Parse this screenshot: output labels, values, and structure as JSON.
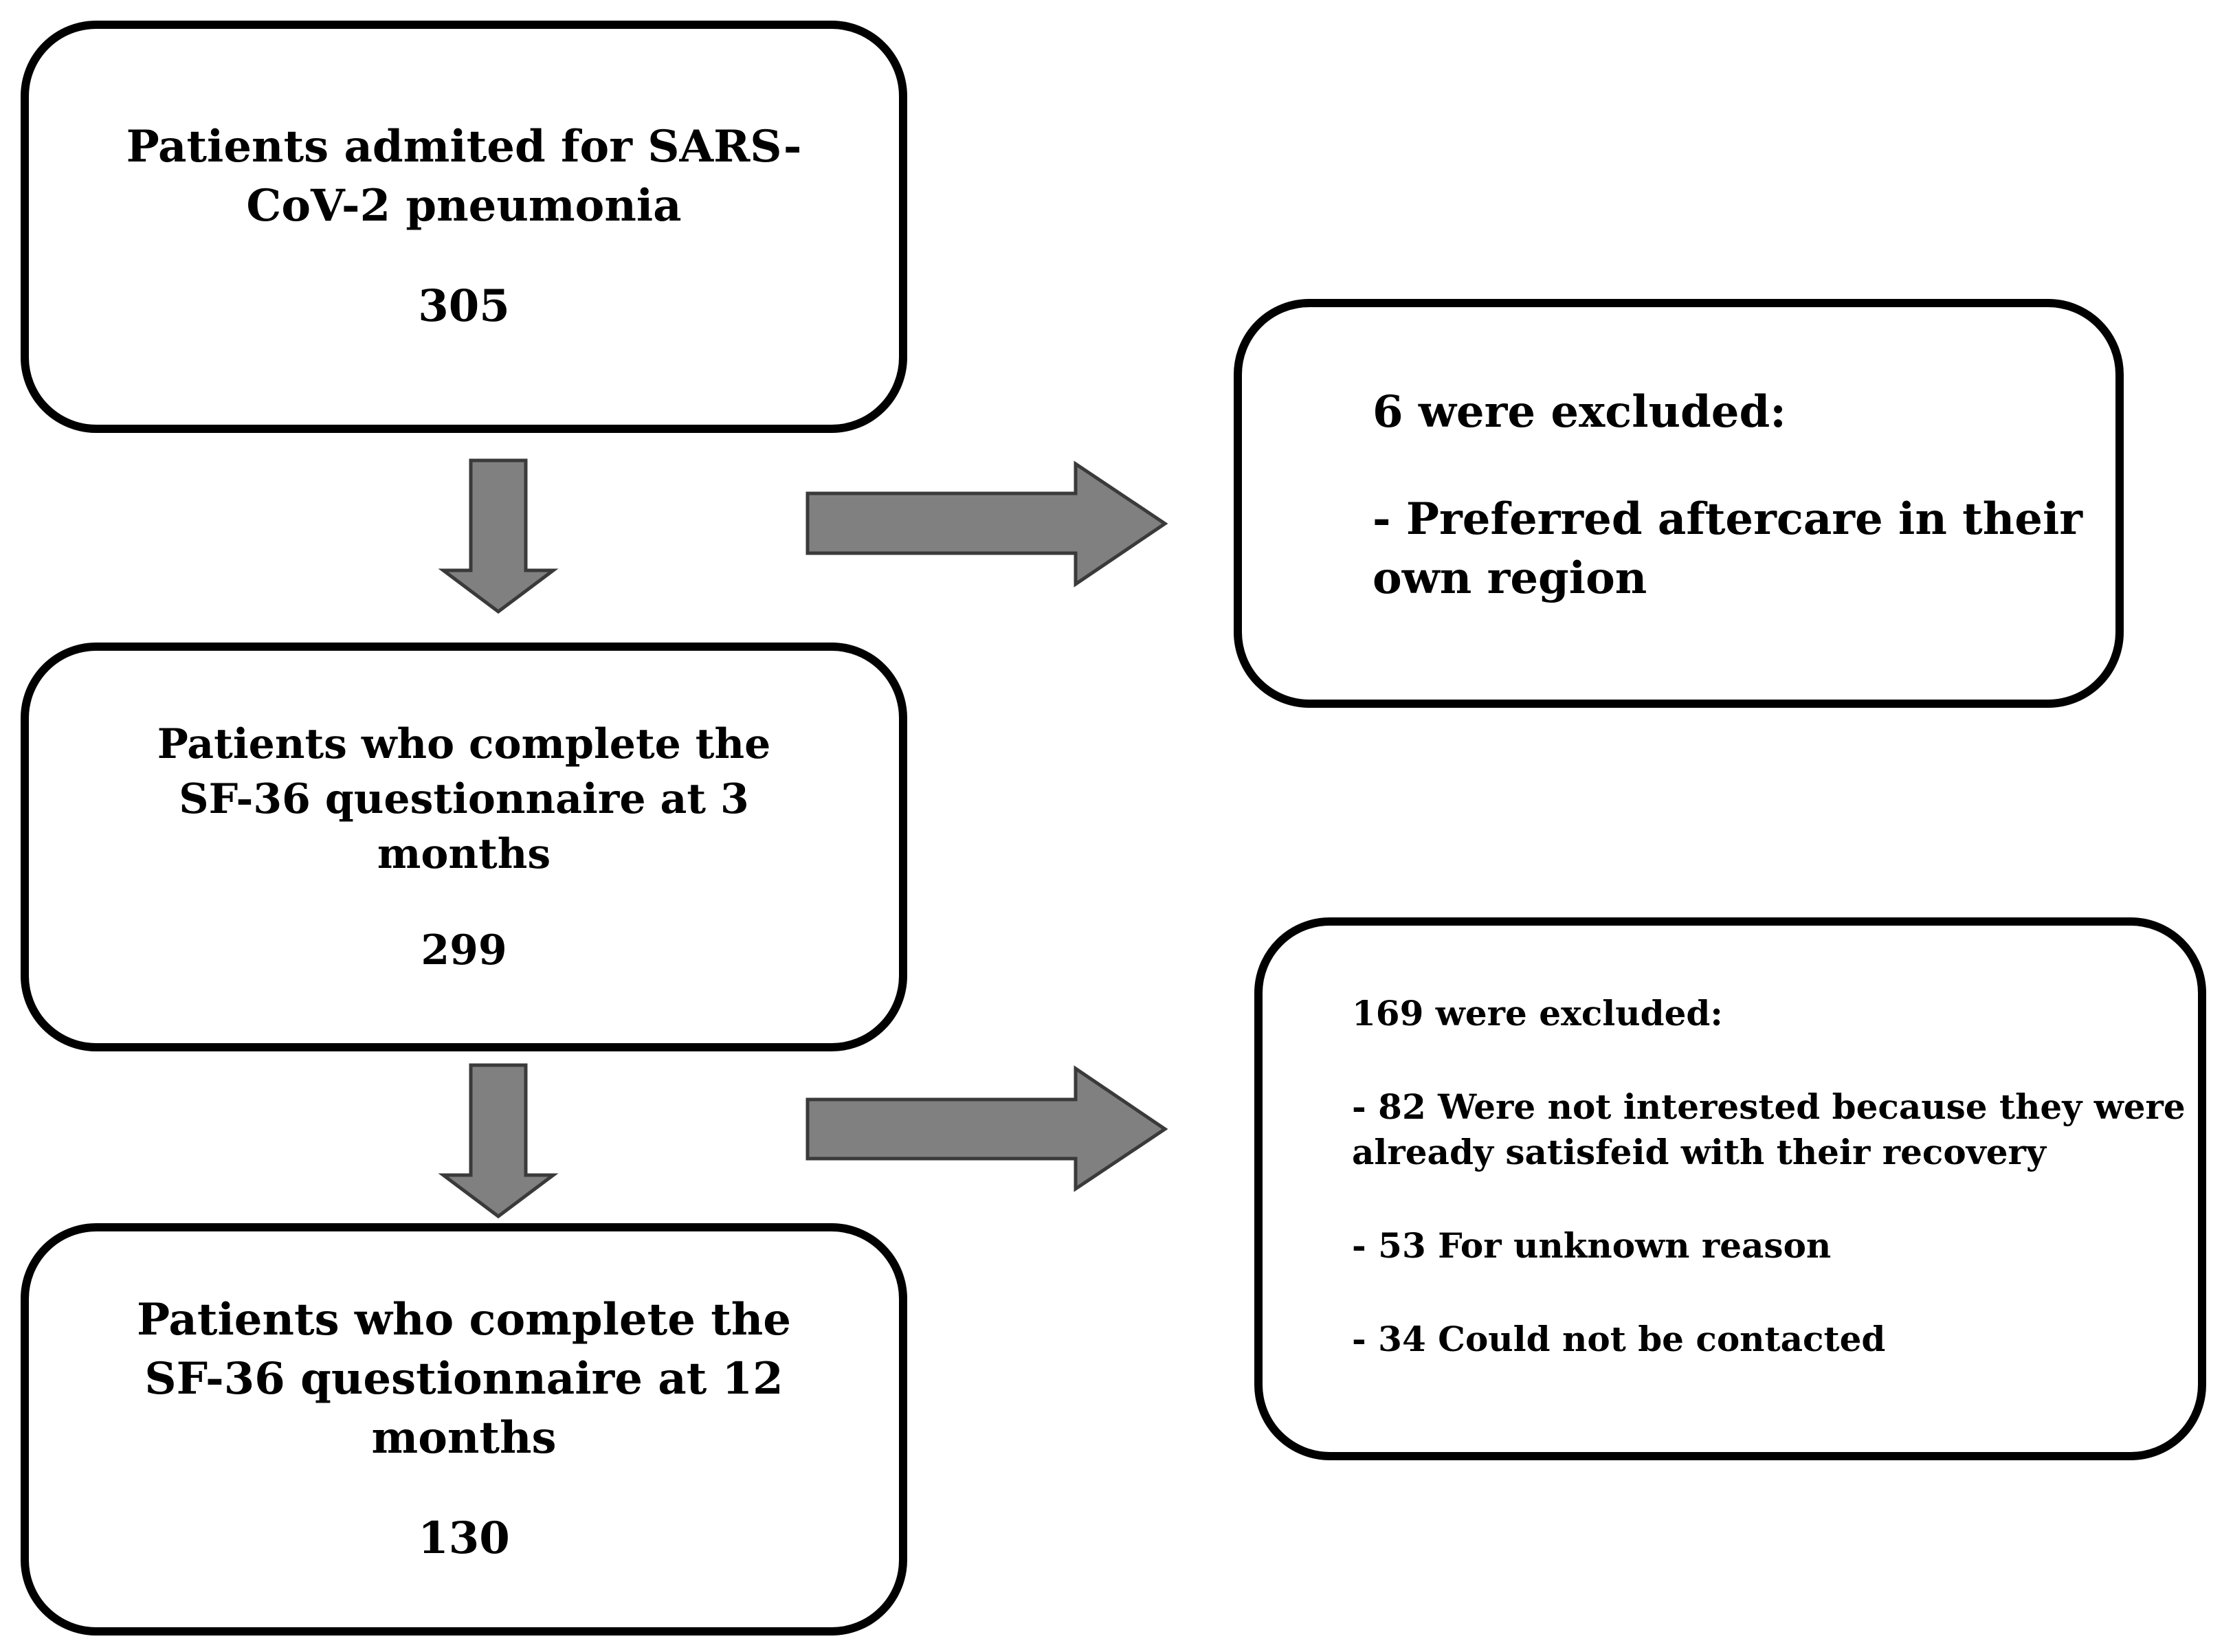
{
  "colors": {
    "arrow_fill": "#808080",
    "arrow_stroke": "#3a3a3a",
    "box_border": "#000000",
    "text": "#000000"
  },
  "box_admitted": {
    "line1": "Patients admited for SARS-",
    "line2": "CoV-2 pneumonia",
    "count": "305"
  },
  "box_3months": {
    "line1": "Patients who complete the",
    "line2": "SF-36 questionnaire at 3",
    "line3": "months",
    "count": "299"
  },
  "box_12months": {
    "line1": "Patients who complete the",
    "line2": "SF-36 questionnaire at 12",
    "line3": "months",
    "count": "130"
  },
  "box_excluded_first": {
    "heading": "6 were excluded:",
    "reason_line1": "- Preferred aftercare in their",
    "reason_line2": "own region"
  },
  "box_excluded_second": {
    "heading": "169 were excluded:",
    "reason1_line1": "- 82 Were not interested because they were",
    "reason1_line2": "already satisfeid with their recovery",
    "reason2": "- 53 For unknown reason",
    "reason3": "- 34 Could not be contacted"
  }
}
